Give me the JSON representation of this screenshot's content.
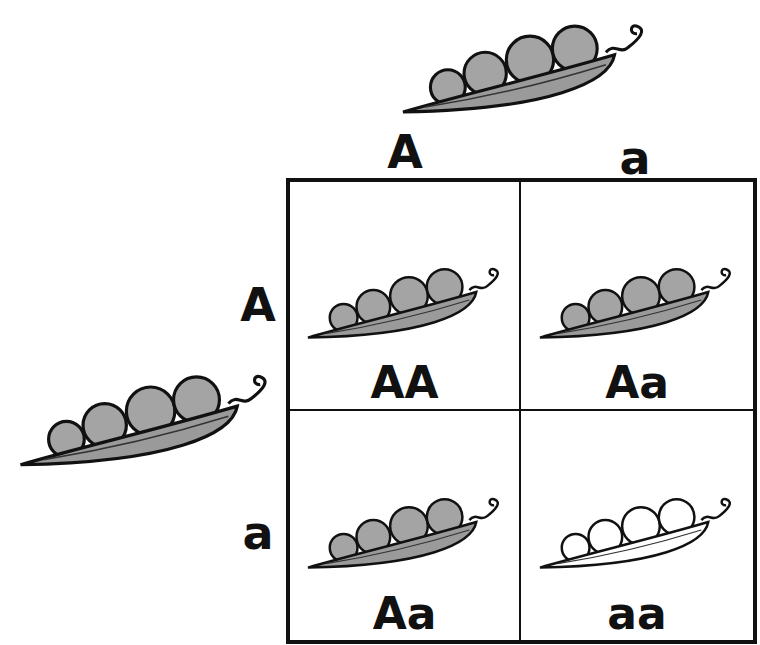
{
  "diagram": {
    "nodes": [
      {
        "text": [
          "AA"
        ]
      },
      {
        "text": [
          "Aa"
        ]
      },
      {
        "text": [
          "Aa"
        ]
      },
      {
        "text": [
          "aa"
        ]
      }
    ],
    "labels": [
      "A",
      "a",
      "A",
      "a"
    ]
  }
}
